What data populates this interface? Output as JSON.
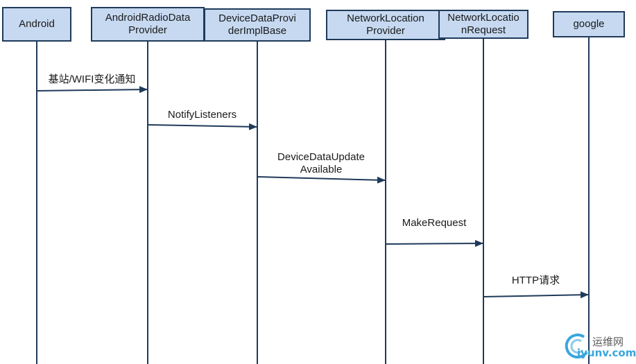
{
  "participants": [
    {
      "id": "android",
      "label": "Android"
    },
    {
      "id": "radio",
      "label": "AndroidRadioData\nProvider"
    },
    {
      "id": "impl",
      "label": "DeviceDataProvi\nderImplBase"
    },
    {
      "id": "nlp",
      "label": "NetworkLocation\nProvider"
    },
    {
      "id": "nlr",
      "label": "NetworkLocatio\nnRequest"
    },
    {
      "id": "google",
      "label": "google"
    }
  ],
  "messages": [
    {
      "from": "android",
      "to": "radio",
      "label": "基站/WIFI变化通知"
    },
    {
      "from": "radio",
      "to": "impl",
      "label": "NotifyListeners"
    },
    {
      "from": "impl",
      "to": "nlp",
      "label": "DeviceDataUpdate\nAvailable"
    },
    {
      "from": "nlp",
      "to": "nlr",
      "label": "MakeRequest"
    },
    {
      "from": "nlr",
      "to": "google",
      "label": "HTTP请求"
    }
  ],
  "watermark": {
    "top_text": "运维网",
    "bottom_text": "iyunv.com"
  },
  "colors": {
    "box_fill": "#c6d9f1",
    "line": "#1f3a5a"
  }
}
